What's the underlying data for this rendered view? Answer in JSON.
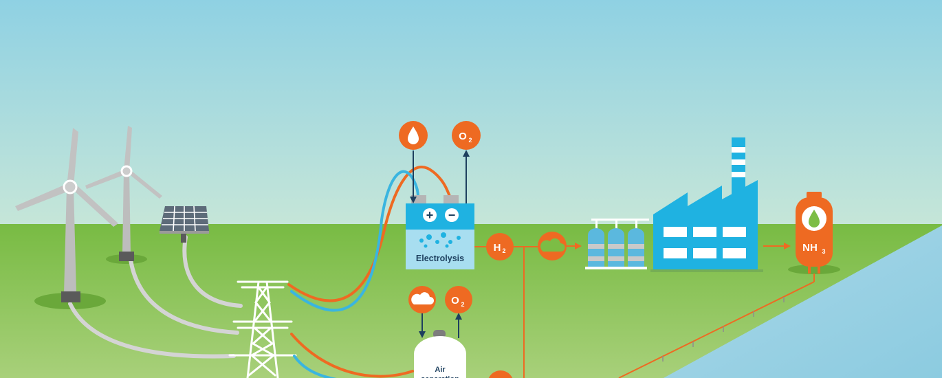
{
  "labels": {
    "electrolysis": "Electrolysis",
    "air_separation_line1": "Air",
    "air_separation_line2": "separation",
    "hydrogen": "H",
    "hydrogen_sub": "2",
    "oxygen": "O",
    "oxygen_sub": "2",
    "ammonia": "NH",
    "ammonia_sub": "3",
    "plus": "+",
    "minus": "−"
  },
  "colors": {
    "sky_top": "#8fd1e3",
    "sky_bottom": "#c8e7d6",
    "grass": "#7cbd45",
    "grass_light": "#a6cf6e",
    "water": "#9ed2e4",
    "accent_orange": "#ee6a22",
    "accent_blue": "#1fb2e1",
    "line_blue": "#3ab5e0",
    "dark_navy": "#1d3f5e",
    "gray": "#c9c9c9"
  },
  "icons": {
    "water": "water-drop-icon",
    "cloud": "cloud-icon",
    "wind": "wind-turbine-icon",
    "solar": "solar-panel-icon",
    "pylon": "transmission-tower-icon",
    "factory": "factory-icon",
    "tank": "storage-tank-icon"
  }
}
